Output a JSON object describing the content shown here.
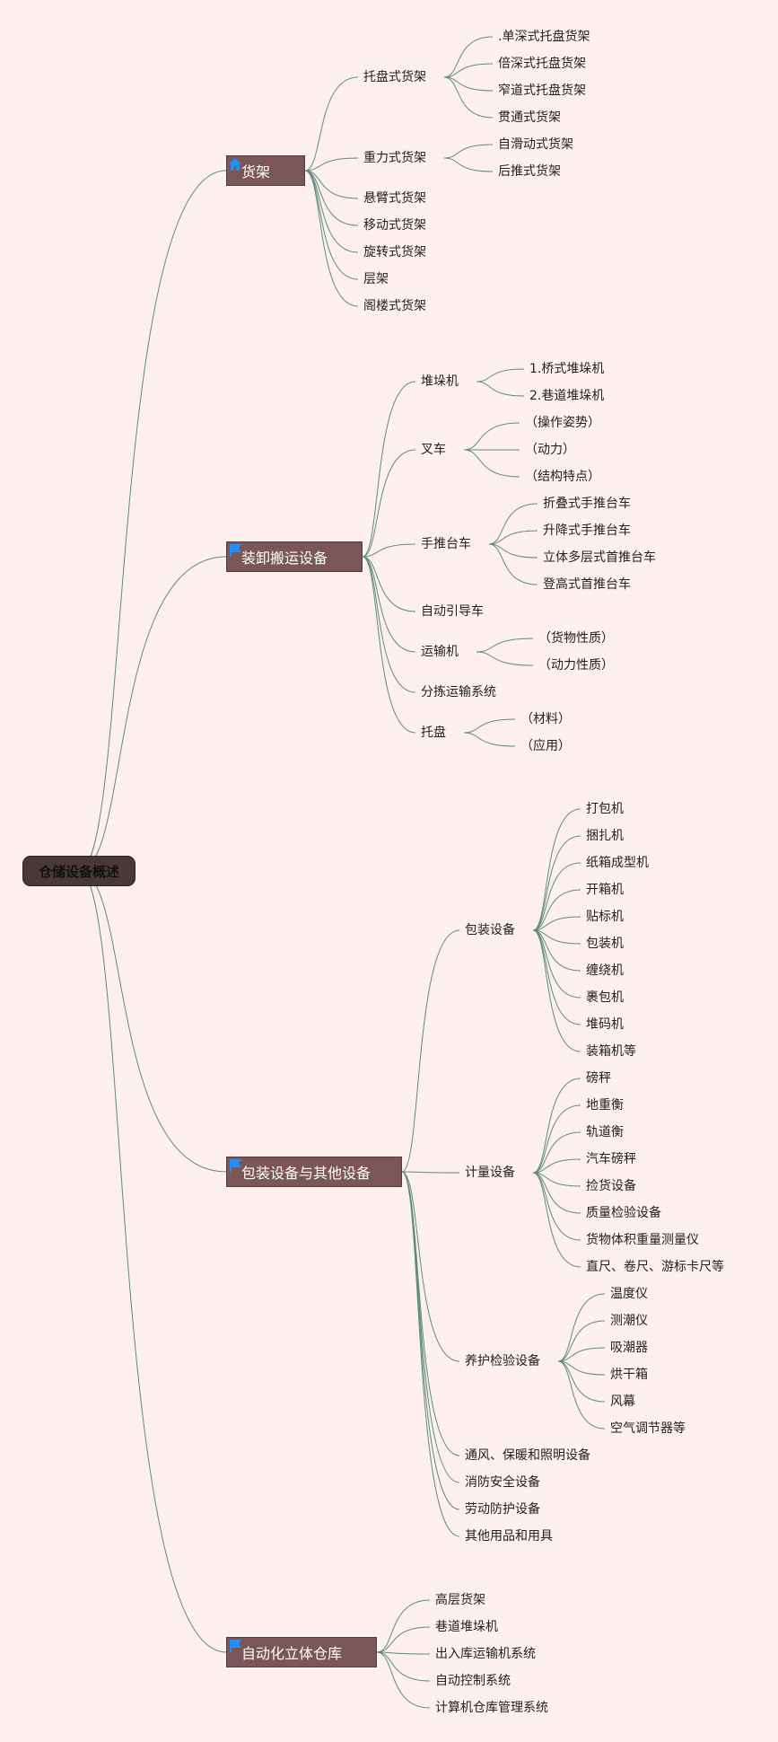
{
  "root": "仓储设备概述",
  "colors": {
    "background": "#fdf0ee",
    "line": "#5f8c7c",
    "branch_fill": "#7a5656",
    "root_fill": "#4a3838",
    "icon_blue": "#1e90ff"
  },
  "branches": [
    {
      "label": "货架",
      "icon": "house-icon",
      "children": [
        {
          "label": "托盘式货架",
          "children": [
            ".单深式托盘货架",
            "倍深式托盘货架",
            "窄道式托盘货架",
            "贯通式货架"
          ]
        },
        {
          "label": "重力式货架",
          "children": [
            "自滑动式货架",
            "后推式货架"
          ]
        },
        {
          "label": "悬臂式货架"
        },
        {
          "label": "移动式货架"
        },
        {
          "label": "旋转式货架"
        },
        {
          "label": "层架"
        },
        {
          "label": "阁楼式货架"
        }
      ]
    },
    {
      "label": "装卸搬运设备",
      "icon": "flag-icon",
      "children": [
        {
          "label": "堆垛机",
          "children": [
            "1.桥式堆垛机",
            "2.巷道堆垛机"
          ]
        },
        {
          "label": "叉车",
          "children": [
            "（操作姿势）",
            "（动力）",
            "（结构特点）"
          ]
        },
        {
          "label": "手推台车",
          "children": [
            "折叠式手推台车",
            "升降式手推台车",
            "立体多层式首推台车",
            "登高式首推台车"
          ]
        },
        {
          "label": "自动引导车"
        },
        {
          "label": "运输机",
          "children": [
            "（货物性质）",
            "（动力性质）"
          ]
        },
        {
          "label": "分拣运输系统"
        },
        {
          "label": "托盘",
          "children": [
            "（材料）",
            "（应用）"
          ]
        }
      ]
    },
    {
      "label": "包装设备与其他设备",
      "icon": "flag-icon",
      "children": [
        {
          "label": "包装设备",
          "children": [
            "打包机",
            "捆扎机",
            "纸箱成型机",
            "开箱机",
            "贴标机",
            "包装机",
            "缠绕机",
            "裹包机",
            "堆码机",
            "装箱机等"
          ]
        },
        {
          "label": "计量设备",
          "children": [
            "磅秤",
            "地重衡",
            "轨道衡",
            "汽车磅秤",
            "捡货设备",
            "质量检验设备",
            "货物体积重量测量仪",
            "直尺、卷尺、游标卡尺等"
          ]
        },
        {
          "label": "养护检验设备",
          "children": [
            "温度仪",
            "测潮仪",
            "吸潮器",
            "烘干箱",
            "风幕",
            "空气调节器等"
          ]
        },
        {
          "label": "通风、保暖和照明设备"
        },
        {
          "label": "消防安全设备"
        },
        {
          "label": "劳动防护设备"
        },
        {
          "label": "其他用品和用具"
        }
      ]
    },
    {
      "label": "自动化立体仓库",
      "icon": "flag-icon",
      "children": [
        {
          "label": "高层货架"
        },
        {
          "label": "巷道堆垛机"
        },
        {
          "label": "出入库运输机系统"
        },
        {
          "label": "自动控制系统"
        },
        {
          "label": "计算机仓库管理系统"
        }
      ]
    }
  ]
}
